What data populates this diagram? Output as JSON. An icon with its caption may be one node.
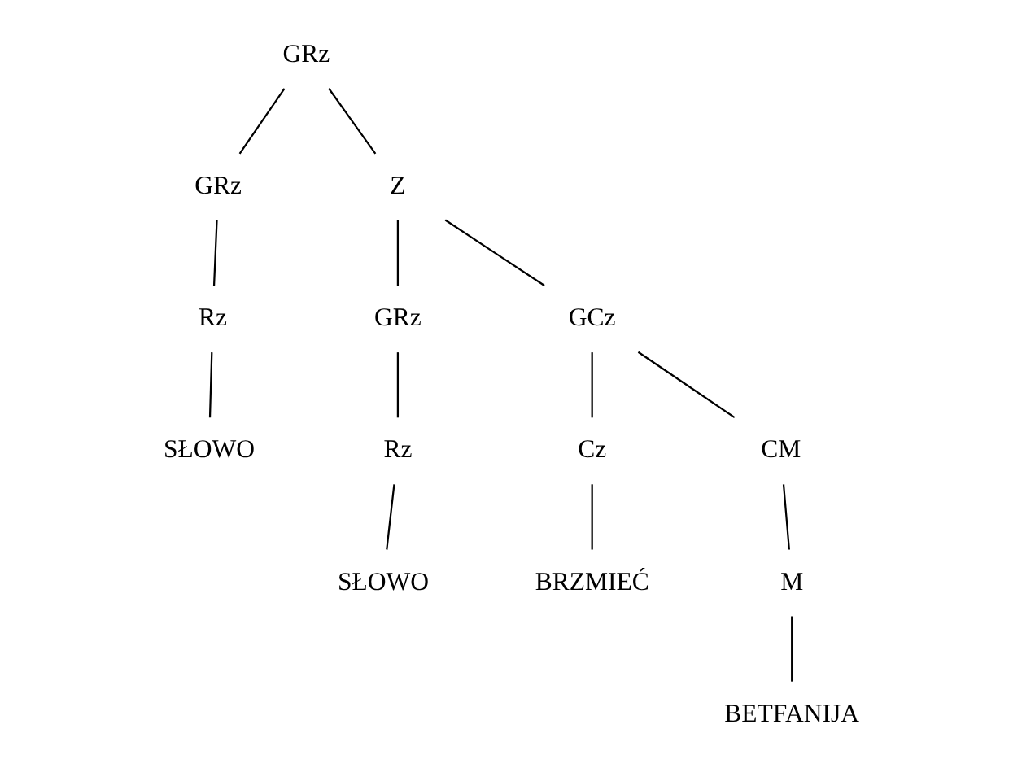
{
  "diagram": {
    "nodes": [
      {
        "text": [
          "GRz"
        ]
      },
      {
        "text": [
          "GRz"
        ]
      },
      {
        "text": [
          "Z"
        ]
      },
      {
        "text": [
          "Rz"
        ]
      },
      {
        "text": [
          "GRz"
        ]
      },
      {
        "text": [
          "GCz"
        ]
      },
      {
        "text": [
          "SŁOWO"
        ]
      },
      {
        "text": [
          "Rz"
        ]
      },
      {
        "text": [
          "Cz"
        ]
      },
      {
        "text": [
          "CM"
        ]
      },
      {
        "text": [
          "SŁOWO"
        ]
      },
      {
        "text": [
          "BRZMIEĆ"
        ]
      },
      {
        "text": [
          "M"
        ]
      },
      {
        "text": [
          "BETFANIJA"
        ]
      }
    ],
    "edges": [
      {
        "from": 0,
        "to": 1,
        "arrow": "none"
      },
      {
        "from": 0,
        "to": 2,
        "arrow": "none"
      },
      {
        "from": 1,
        "to": 3,
        "arrow": "none"
      },
      {
        "from": 2,
        "to": 4,
        "arrow": "none"
      },
      {
        "from": 2,
        "to": 5,
        "arrow": "none"
      },
      {
        "from": 3,
        "to": 6,
        "arrow": "none"
      },
      {
        "from": 4,
        "to": 7,
        "arrow": "none"
      },
      {
        "from": 5,
        "to": 8,
        "arrow": "none"
      },
      {
        "from": 5,
        "to": 9,
        "arrow": "none"
      },
      {
        "from": 7,
        "to": 10,
        "arrow": "none"
      },
      {
        "from": 8,
        "to": 11,
        "arrow": "none"
      },
      {
        "from": 9,
        "to": 12,
        "arrow": "none"
      },
      {
        "from": 12,
        "to": 13,
        "arrow": "none"
      }
    ]
  }
}
